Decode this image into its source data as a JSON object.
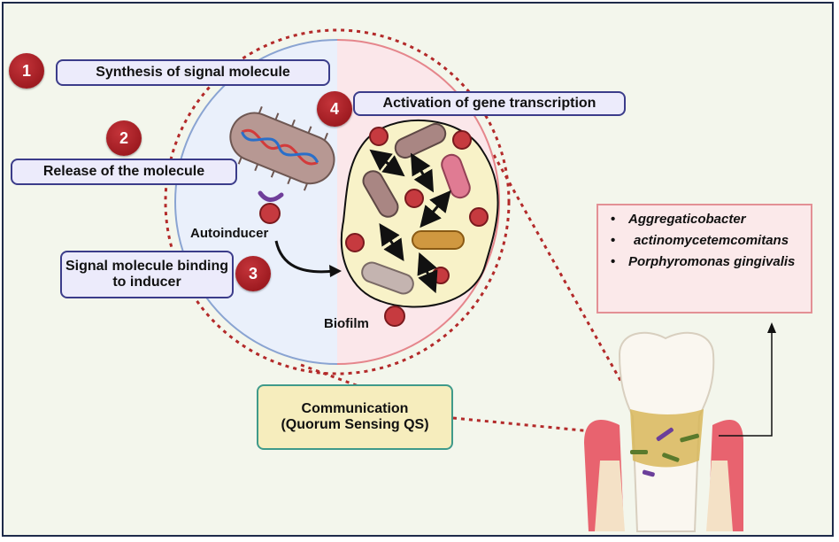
{
  "steps": [
    {
      "number": "1",
      "text": "Synthesis of signal molecule"
    },
    {
      "number": "2",
      "text": "Release of the molecule"
    },
    {
      "number": "3",
      "text": "Signal molecule binding to inducer"
    },
    {
      "number": "4",
      "text": "Activation of gene transcription"
    }
  ],
  "labels": {
    "autoinducer": "Autoinducer",
    "biofilm": "Biofilm"
  },
  "communication": {
    "line1": "Communication",
    "line2": "(Quorum Sensing QS)"
  },
  "species": [
    "Aggregaticobacter",
    "actinomycetemcomitans",
    "Porphyromonas gingivalis"
  ],
  "bullet": "•",
  "colors": {
    "badge_red": "#a3191f",
    "pill_fill": "#ecebfb",
    "pill_border": "#3b3c8a",
    "circle_left": "#eaf0fb",
    "circle_right": "#fbe7ea",
    "biofilm_fill": "#f8f2c8",
    "communication_fill": "#f6edbd",
    "species_fill": "#fbe9ea",
    "dotted_line": "#b32a2a"
  }
}
